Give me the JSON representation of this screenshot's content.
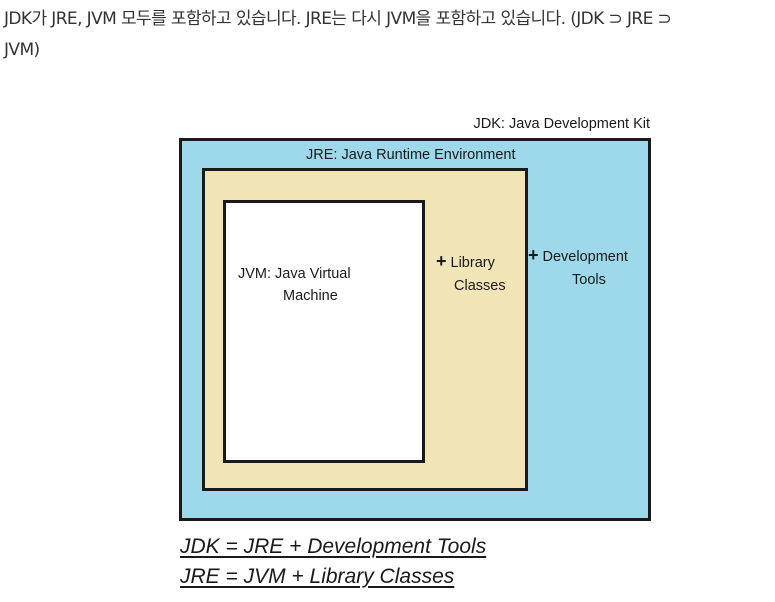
{
  "intro": {
    "line1": "JDK가 JRE, JVM 모두를 포함하고 있습니다. JRE는 다시 JVM을 포함하고 있습니다. (JDK ⊃ JRE ⊃",
    "line2": "JVM)"
  },
  "diagram": {
    "jdk_label": "JDK: Java Development Kit",
    "jre_label": "JRE: Java Runtime Environment",
    "jvm_label_line1": "JVM:  Java Virtual",
    "jvm_label_line2": "Machine",
    "library_plus": "+",
    "library_line1": "Library",
    "library_line2": "Classes",
    "devtools_plus": "+",
    "devtools_line1": "Development",
    "devtools_line2": "Tools",
    "colors": {
      "jdk_fill": "#9dd9ea",
      "jre_fill": "#f1e5b8",
      "jvm_fill": "#ffffff",
      "border": "#1a1a1a"
    }
  },
  "formulas": [
    "JDK = JRE + Development Tools",
    "JRE = JVM + Library Classes"
  ]
}
